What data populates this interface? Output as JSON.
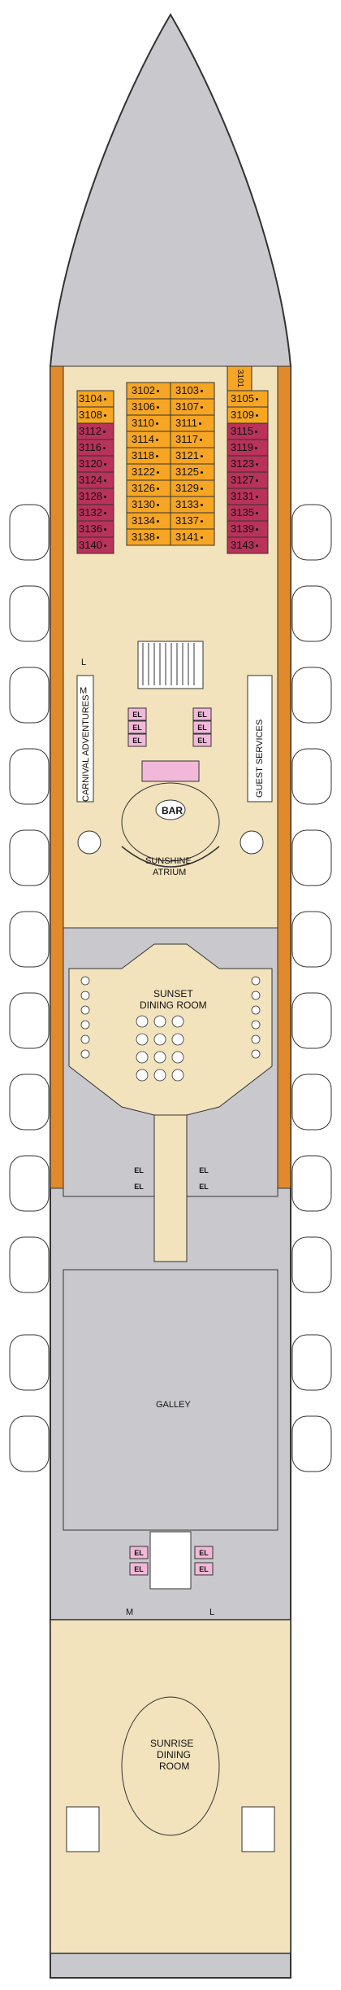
{
  "colors": {
    "hull": "#c9c9cd",
    "deck": "#f2e3bd",
    "promenade": "#e08a2c",
    "standard_cabin": "#f6a623",
    "suite_cabin": "#b8325a",
    "elevator": "#f2b8d9",
    "outline": "#333333"
  },
  "rooms": {
    "bar": "BAR",
    "atrium_line1": "SUNSHINE",
    "atrium_line2": "ATRIUM",
    "sunset_line1": "SUNSET",
    "sunset_line2": "DINING ROOM",
    "galley": "GALLEY",
    "sunrise_line1": "SUNRISE",
    "sunrise_line2": "DINING",
    "sunrise_line3": "ROOM",
    "carnival_adventures": "CARNIVAL ADVENTURES",
    "guest_services": "GUEST SERVICES"
  },
  "markers": {
    "L": "L",
    "M": "M",
    "EL": "EL"
  },
  "cabins": {
    "top_right": "3101",
    "center_left": [
      "3102",
      "3106",
      "3110",
      "3114",
      "3118",
      "3122",
      "3126",
      "3130",
      "3134",
      "3138"
    ],
    "center_right": [
      "3103",
      "3107",
      "3111",
      "3117",
      "3121",
      "3125",
      "3129",
      "3133",
      "3137",
      "3141"
    ],
    "left_col": [
      "3104",
      "3108",
      "3112",
      "3116",
      "3120",
      "3124",
      "3128",
      "3132",
      "3136",
      "3140"
    ],
    "right_col": [
      "3105",
      "3109",
      "3115",
      "3119",
      "3123",
      "3127",
      "3131",
      "3135",
      "3139",
      "3143"
    ]
  }
}
